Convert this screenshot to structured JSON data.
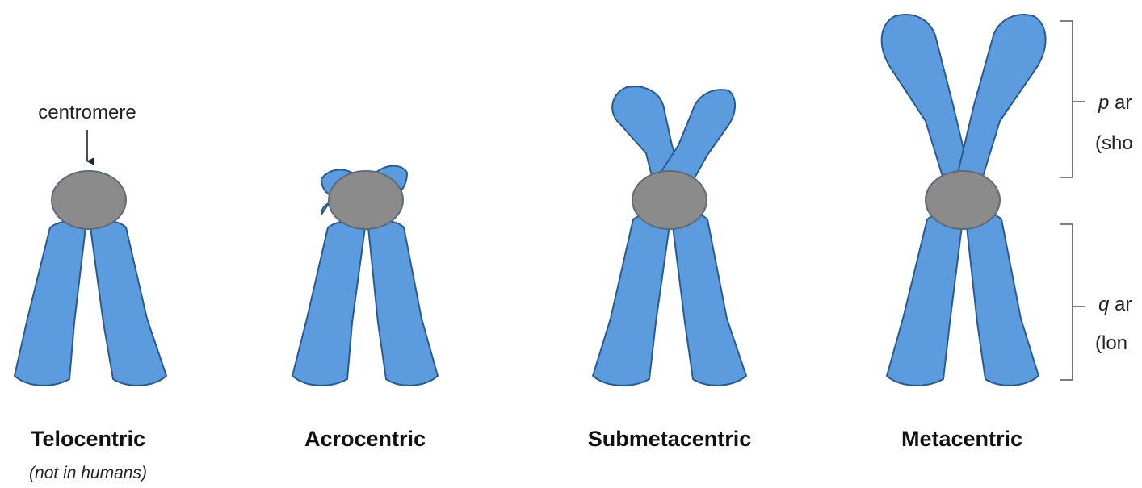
{
  "colors": {
    "arm_fill": "#5b9bde",
    "arm_outline": "#2a5b8c",
    "centromere_fill": "#8b8b8b",
    "text": "#111111"
  },
  "annotations": {
    "centromere_label": "centromere",
    "p_arm_line1_letter": "p",
    "p_arm_line1_rest": " ar",
    "p_arm_line2": "(sho",
    "q_arm_line1_letter": "q",
    "q_arm_line1_rest": " ar",
    "q_arm_line2": "(lon"
  },
  "chromosomes": [
    {
      "name": "Telocentric",
      "note": "(not in humans)"
    },
    {
      "name": "Acrocentric"
    },
    {
      "name": "Submetacentric"
    },
    {
      "name": "Metacentric"
    }
  ]
}
